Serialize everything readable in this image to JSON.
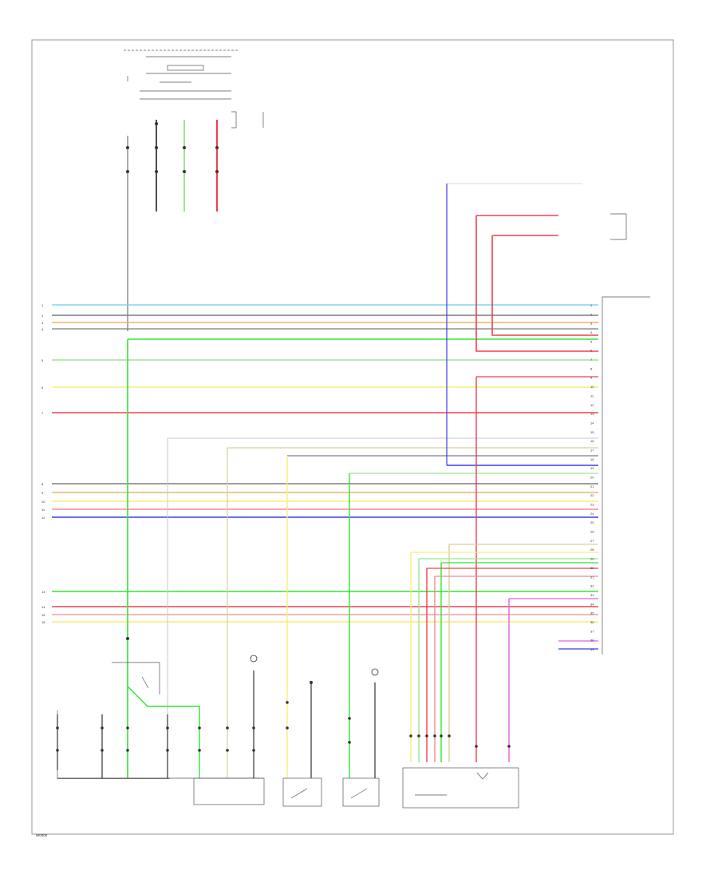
{
  "colors": {
    "cyan": "#7fd8ec",
    "orange": "#f2b266",
    "green": "#2ee82e",
    "light_green": "#9be58f",
    "yellow": "#f4ef7a",
    "red": "#f0404e",
    "light_red": "#f48a92",
    "blue": "#3b3bf0",
    "gray": "#7d7d7d",
    "tan": "#d9cf9a",
    "pink": "#e65fdd",
    "light_gray": "#c9c9c9",
    "black": "#222222"
  },
  "left_pins": [
    "1",
    "2",
    "3",
    "4",
    "5",
    "6",
    "7",
    "8",
    "9",
    "10",
    "11",
    "12",
    "13",
    "14",
    "15",
    "16"
  ],
  "right_pins": [
    "1",
    "2",
    "3",
    "4",
    "5",
    "6",
    "7",
    "8",
    "9",
    "10",
    "11",
    "12",
    "13",
    "14",
    "15",
    "16",
    "17",
    "18",
    "19",
    "20",
    "21",
    "22",
    "23",
    "24",
    "25",
    "26",
    "27",
    "28",
    "29",
    "30",
    "31",
    "32",
    "33",
    "34",
    "35",
    "36",
    "37",
    "38",
    "39"
  ],
  "footer_code": "W0000"
}
